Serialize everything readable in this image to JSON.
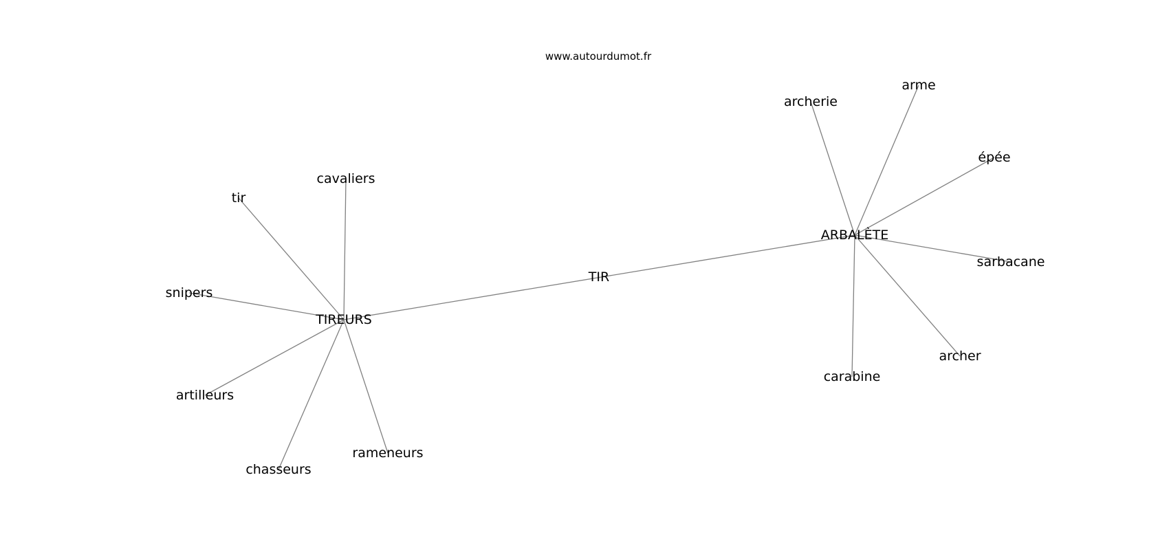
{
  "watermark": "www.autourdumot.fr",
  "colors": {
    "edge": "#808080",
    "text": "#000000",
    "background": "#ffffff"
  },
  "graph": {
    "nodes": [
      {
        "id": "tireurs",
        "label": "TIREURS"
      },
      {
        "id": "arbalete",
        "label": "ARBALÈTE"
      },
      {
        "id": "tir_hub",
        "label": "TIR"
      },
      {
        "id": "cavaliers",
        "label": "cavaliers"
      },
      {
        "id": "tir",
        "label": "tir"
      },
      {
        "id": "snipers",
        "label": "snipers"
      },
      {
        "id": "artilleurs",
        "label": "artilleurs"
      },
      {
        "id": "chasseurs",
        "label": "chasseurs"
      },
      {
        "id": "rameneurs",
        "label": "rameneurs"
      },
      {
        "id": "archerie",
        "label": "archerie"
      },
      {
        "id": "arme",
        "label": "arme"
      },
      {
        "id": "epee",
        "label": "épée"
      },
      {
        "id": "sarbacane",
        "label": "sarbacane"
      },
      {
        "id": "archer",
        "label": "archer"
      },
      {
        "id": "carabine",
        "label": "carabine"
      }
    ],
    "edges": [
      {
        "from": "tireurs",
        "to": "arbalete"
      },
      {
        "from": "tireurs",
        "to": "cavaliers"
      },
      {
        "from": "tireurs",
        "to": "tir"
      },
      {
        "from": "tireurs",
        "to": "snipers"
      },
      {
        "from": "tireurs",
        "to": "artilleurs"
      },
      {
        "from": "tireurs",
        "to": "chasseurs"
      },
      {
        "from": "tireurs",
        "to": "rameneurs"
      },
      {
        "from": "arbalete",
        "to": "archerie"
      },
      {
        "from": "arbalete",
        "to": "arme"
      },
      {
        "from": "arbalete",
        "to": "epee"
      },
      {
        "from": "arbalete",
        "to": "sarbacane"
      },
      {
        "from": "arbalete",
        "to": "archer"
      },
      {
        "from": "arbalete",
        "to": "carabine"
      }
    ]
  }
}
